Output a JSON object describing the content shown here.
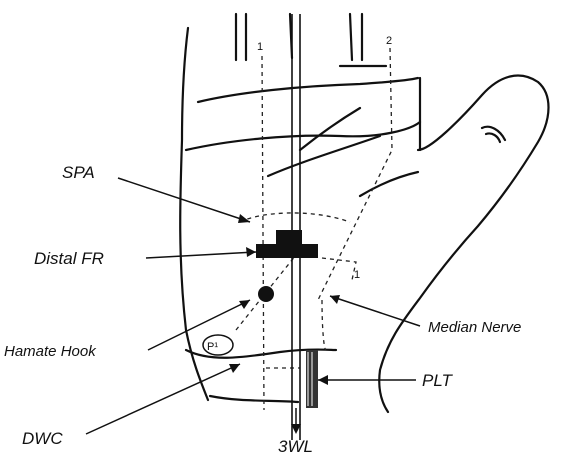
{
  "labels": {
    "spa": "SPA",
    "distal_fr": "Distal FR",
    "hamate_hook": "Hamate Hook",
    "median_nerve": "Median Nerve",
    "plt": "PLT",
    "dwc": "DWC",
    "wl": "3WL",
    "line_1": "1",
    "line_2": "2",
    "marker_1": "1",
    "p1": "P¹"
  }
}
